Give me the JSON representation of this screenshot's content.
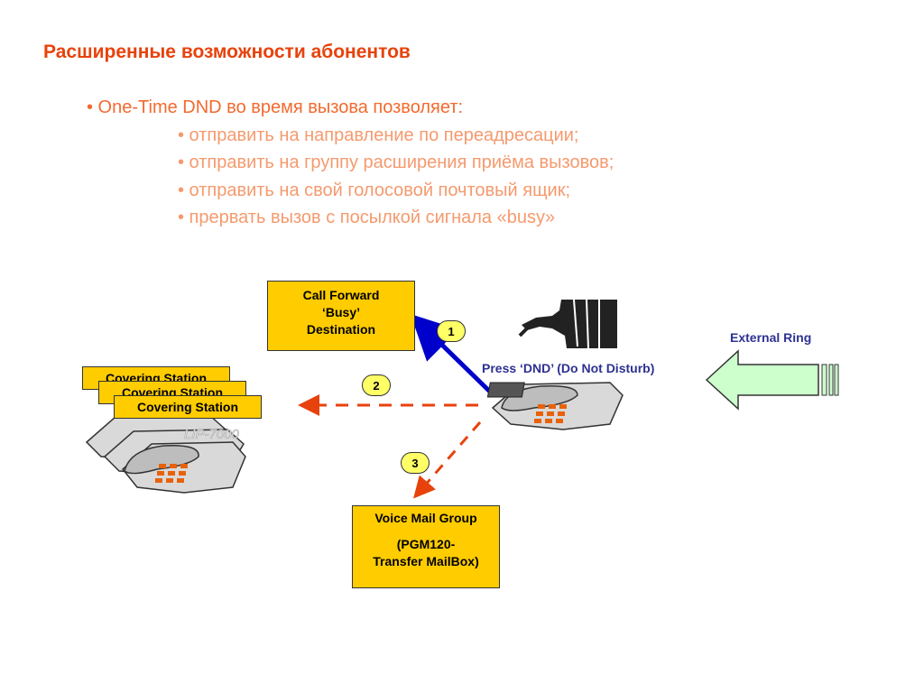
{
  "title": "Расширенные возможности абонентов",
  "bullets": {
    "main": "• One-Time DND во время вызова позволяет:",
    "sub": [
      "• отправить на направление по переадресации;",
      "• отправить на группу расширения приёма вызовов;",
      "• отправить на свой голосовой почтовый ящик;",
      "• прервать вызов с посылкой сигнала «busy»"
    ]
  },
  "diagram": {
    "call_forward": {
      "line1": "Call Forward",
      "line2": "‘Busy’",
      "line3": "Destination"
    },
    "voice_mail": {
      "line1": "Voice Mail Group",
      "line2": "(PGM120-",
      "line3": "Transfer MailBox)"
    },
    "covering_stations": [
      "Covering Station",
      "Covering Station",
      "Covering Station"
    ],
    "press_dnd": "Press ‘DND’ (Do Not Disturb)",
    "external_ring": "External Ring",
    "steps": [
      "1",
      "2",
      "3"
    ],
    "phone_model": "LIP-7000",
    "colors": {
      "arrow1": "#0000cc",
      "arrow_dashed": "#e8420c",
      "box_fill": "#ffcc00",
      "ring_arrow": "#ccffcc"
    }
  }
}
